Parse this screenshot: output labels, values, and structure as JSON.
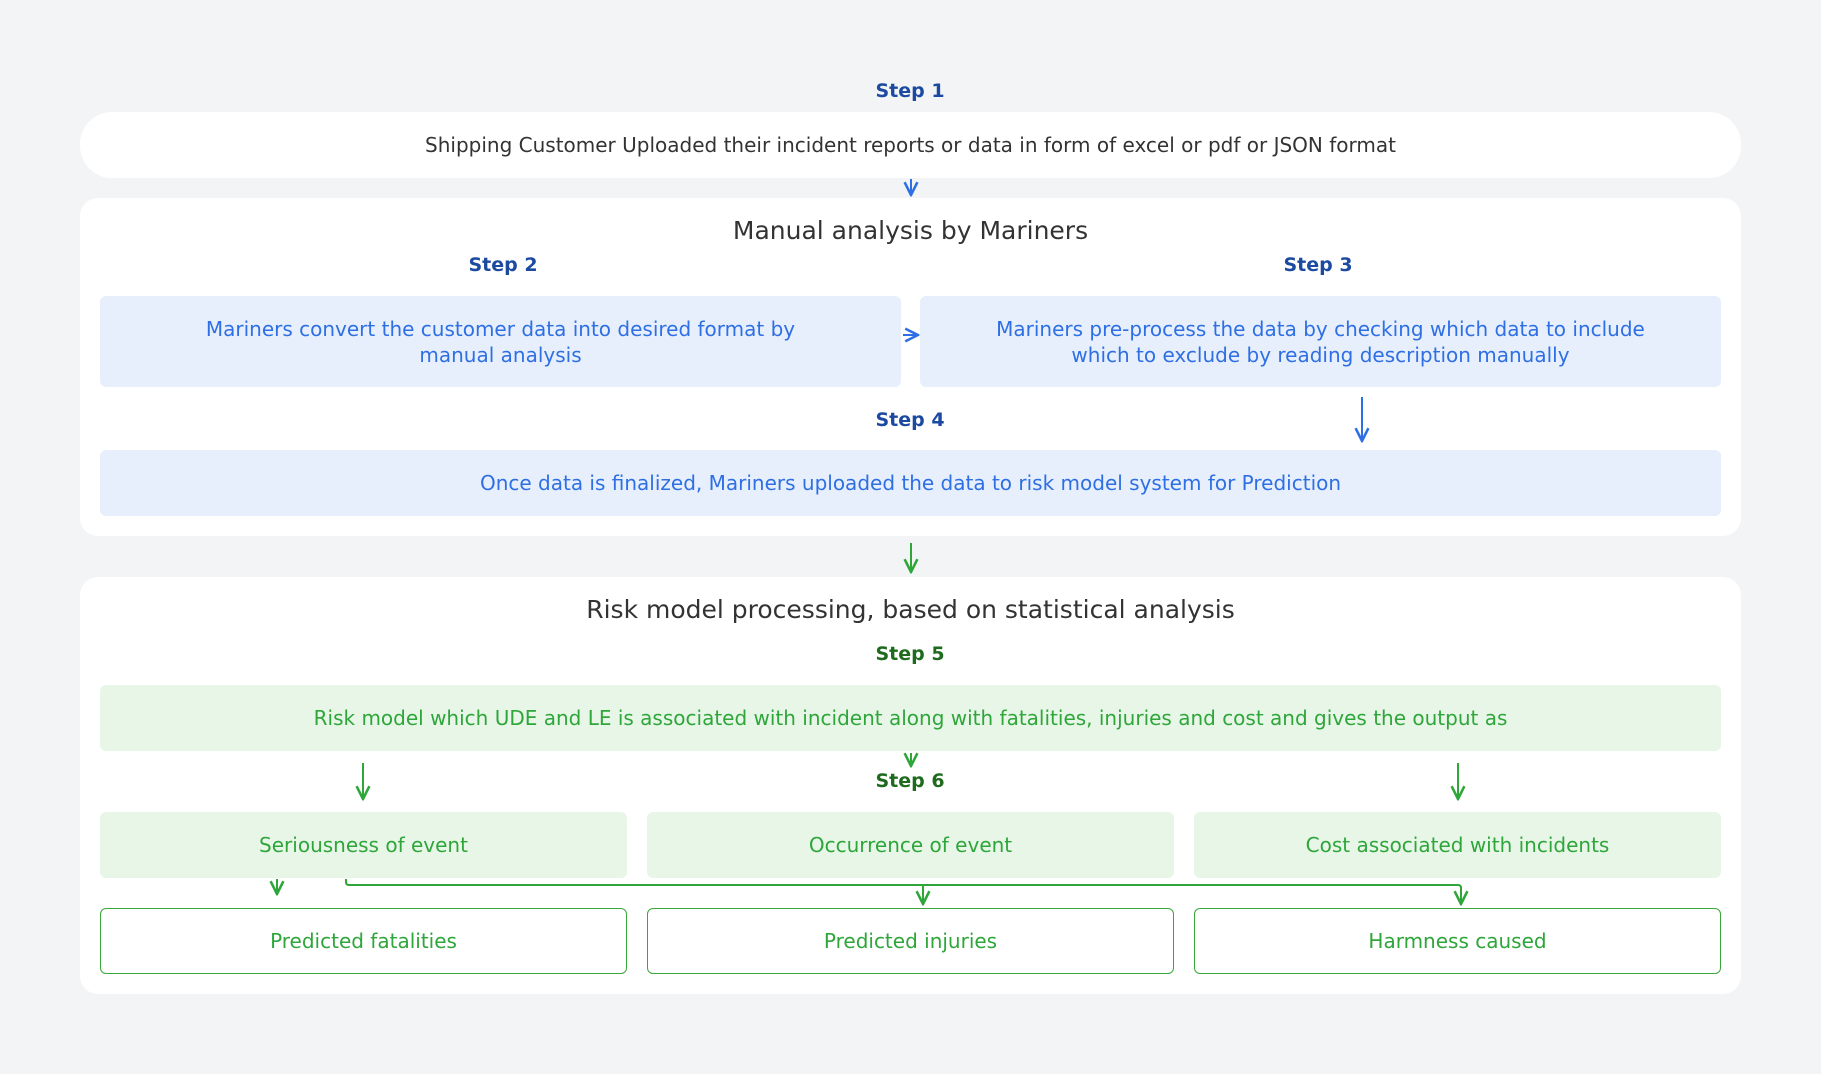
{
  "step1": {
    "label": "Step 1",
    "text": "Shipping Customer Uploaded their incident reports or data in form of excel or pdf or JSON format"
  },
  "manual": {
    "title": "Manual analysis by Mariners",
    "step2": {
      "label": "Step 2",
      "text": "Mariners convert the customer data into desired format by manual analysis"
    },
    "step3": {
      "label": "Step 3",
      "text": "Mariners pre-process the data by checking which data to include which to exclude by reading description manually"
    },
    "step4": {
      "label": "Step 4",
      "text": "Once data is finalized, Mariners uploaded the data to risk model system for Prediction"
    }
  },
  "risk": {
    "title": "Risk model processing, based on statistical analysis",
    "step5": {
      "label": "Step 5",
      "text": "Risk model which UDE and LE is associated with incident along with fatalities, injuries and cost and gives the output as"
    },
    "step6": {
      "label": "Step 6"
    },
    "outputs": [
      "Seriousness of event",
      "Occurrence of event",
      "Cost associated with incidents"
    ],
    "predictions": [
      "Predicted fatalities",
      "Predicted injuries",
      "Harmness caused"
    ]
  },
  "colors": {
    "background": "#f2f4f6",
    "panel": "#ffffff",
    "blue_accent": "#2f6fe4",
    "blue_fill": "#e6effb",
    "green_accent": "#2ea63a",
    "green_fill": "#e8f6e8"
  }
}
